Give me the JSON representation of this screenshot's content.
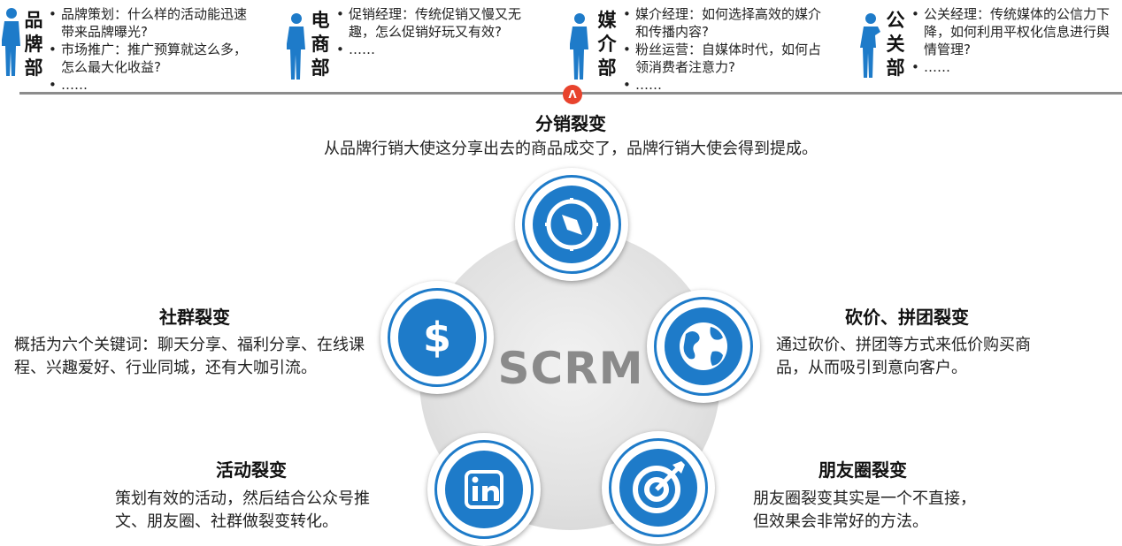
{
  "departments": [
    {
      "title_chars": [
        "品",
        "牌",
        "部"
      ],
      "items": [
        "品牌策划：什么样的活动能迅速带来品牌曝光?",
        "市场推广：推广预算就这么多，怎么最大化收益?",
        "……"
      ]
    },
    {
      "title_chars": [
        "电",
        "商",
        "部"
      ],
      "items": [
        "促销经理：传统促销又慢又无趣，怎么促销好玩又有效?",
        "……"
      ]
    },
    {
      "title_chars": [
        "媒",
        "介",
        "部"
      ],
      "items": [
        "媒介经理：如何选择高效的媒介和传播内容?",
        "粉丝运营：自媒体时代，如何占领消费者注意力?",
        "……"
      ]
    },
    {
      "title_chars": [
        "公",
        "关",
        "部"
      ],
      "items": [
        "公关经理：传统媒体的公信力下降，如何利用平权化信息进行舆情管理?",
        "……"
      ]
    }
  ],
  "badge": "Λ",
  "center": "SCRM",
  "sections": {
    "fenxiao": {
      "title": "分销裂变",
      "desc": "从品牌行销大使这分享出去的商品成交了，品牌行销大使会得到提成。"
    },
    "shequn": {
      "title": "社群裂变",
      "desc": "概括为六个关键词：聊天分享、福利分享、在线课程、兴趣爱好、行业同城，还有大咖引流。"
    },
    "kanjia": {
      "title": "砍价、拼团裂变",
      "desc": "通过砍价、拼团等方式来低价购买商品，从而吸引到意向客户。"
    },
    "huodong": {
      "title": "活动裂变",
      "desc": "策划有效的活动，然后结合公众号推文、朋友圈、社群做裂变转化。"
    },
    "pengyouquan": {
      "title": "朋友圈裂变",
      "desc": "朋友圈裂变其实是一个不直接，但效果会非常好的方法。"
    }
  },
  "icons": {
    "fenxiao": "compass-icon",
    "shequn": "dollar-icon",
    "kanjia": "globe-icon",
    "huodong": "linkedin-icon",
    "pengyouquan": "target-icon"
  },
  "colors": {
    "accent": "#1e7bc9",
    "badge": "#e8432d",
    "divider": "#8c8c8c",
    "center_text": "#8a8a8a"
  }
}
